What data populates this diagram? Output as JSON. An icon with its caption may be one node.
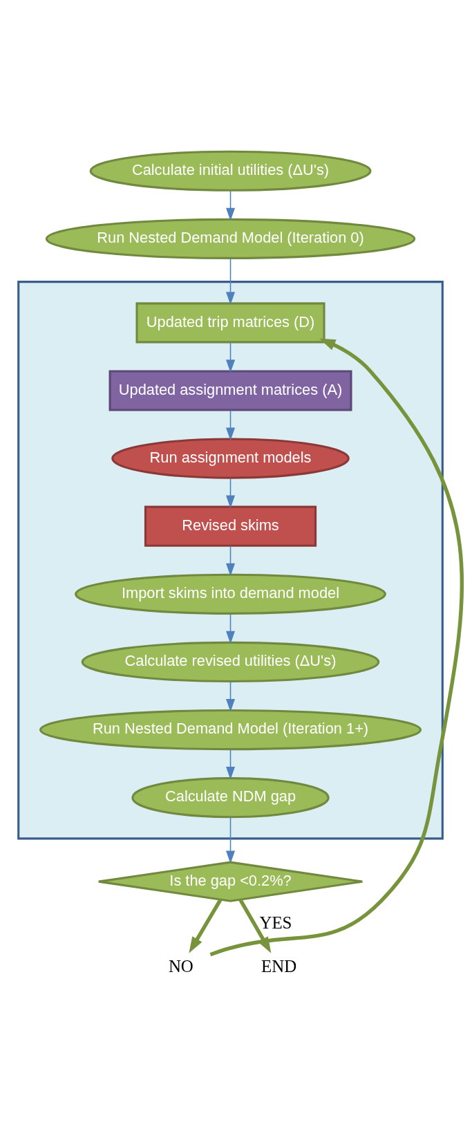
{
  "diagram": {
    "nodes": [
      {
        "text": [
          "Calculate initial utilities (ΔU's)"
        ]
      },
      {
        "text": [
          "Run Nested Demand Model (Iteration 0)"
        ]
      },
      {
        "text": [],
        "shape": "box"
      },
      {
        "text": [
          "Updated trip matrices (D)"
        ],
        "in": 2
      },
      {
        "text": [
          "Updated assignment matrices (A)"
        ],
        "in": 2
      },
      {
        "text": [
          "Run assignment models"
        ],
        "in": 2
      },
      {
        "text": [
          "Revised skims"
        ],
        "in": 2
      },
      {
        "text": [
          "Import skims into demand model"
        ],
        "in": 2
      },
      {
        "text": [
          "Calculate revised utilities (ΔU's)"
        ],
        "in": 2
      },
      {
        "text": [
          "Run Nested Demand Model (Iteration 1+)"
        ],
        "in": 2
      },
      {
        "text": [
          "Calculate NDM gap"
        ],
        "in": 2
      },
      {
        "text": [
          "Is the gap <0.2%?"
        ]
      },
      {
        "text": [
          "NO"
        ]
      },
      {
        "text": [
          "END"
        ]
      }
    ],
    "edges": [
      {
        "from": 0,
        "to": 1,
        "arrow": "to"
      },
      {
        "from": 1,
        "to": 3,
        "arrow": "to"
      },
      {
        "from": 3,
        "to": 4,
        "arrow": "to"
      },
      {
        "from": 4,
        "to": 5,
        "arrow": "to"
      },
      {
        "from": 5,
        "to": 6,
        "arrow": "to"
      },
      {
        "from": 6,
        "to": 7,
        "arrow": "to"
      },
      {
        "from": 7,
        "to": 8,
        "arrow": "to"
      },
      {
        "from": 8,
        "to": 9,
        "arrow": "to"
      },
      {
        "from": 9,
        "to": 10,
        "arrow": "to"
      },
      {
        "from": 10,
        "to": 11,
        "arrow": "to"
      },
      {
        "from": 11,
        "to": 12,
        "arrow": "to",
        "style": "thick",
        "color": "#77933c"
      },
      {
        "from": 12,
        "to": 3,
        "arrow": "to",
        "style": "thick",
        "color": "#77933c"
      },
      {
        "from": 11,
        "to": 13,
        "arrow": "to",
        "label": "YES",
        "style": "thick",
        "color": "#77933c"
      }
    ]
  }
}
